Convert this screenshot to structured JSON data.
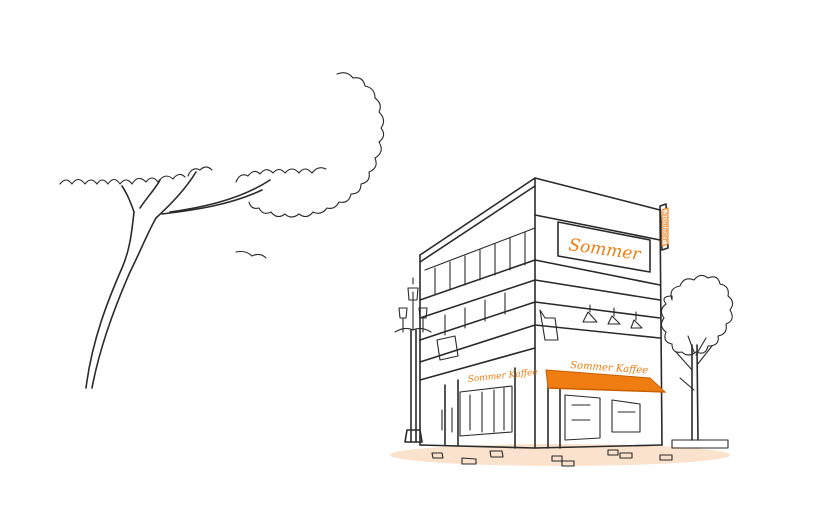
{
  "illustration": {
    "colors": {
      "ink": "#2a2a2a",
      "accent": "#f07d12",
      "ground": "#fbe2cc",
      "background": "#ffffff"
    },
    "upper_sign": {
      "text": "Sommer"
    },
    "awning_sign": {
      "text": "Sommer Kaffee"
    },
    "storefront_sign": {
      "text": "Sommer Kaffee"
    },
    "blade_sign": {
      "text": "Sommer"
    }
  }
}
